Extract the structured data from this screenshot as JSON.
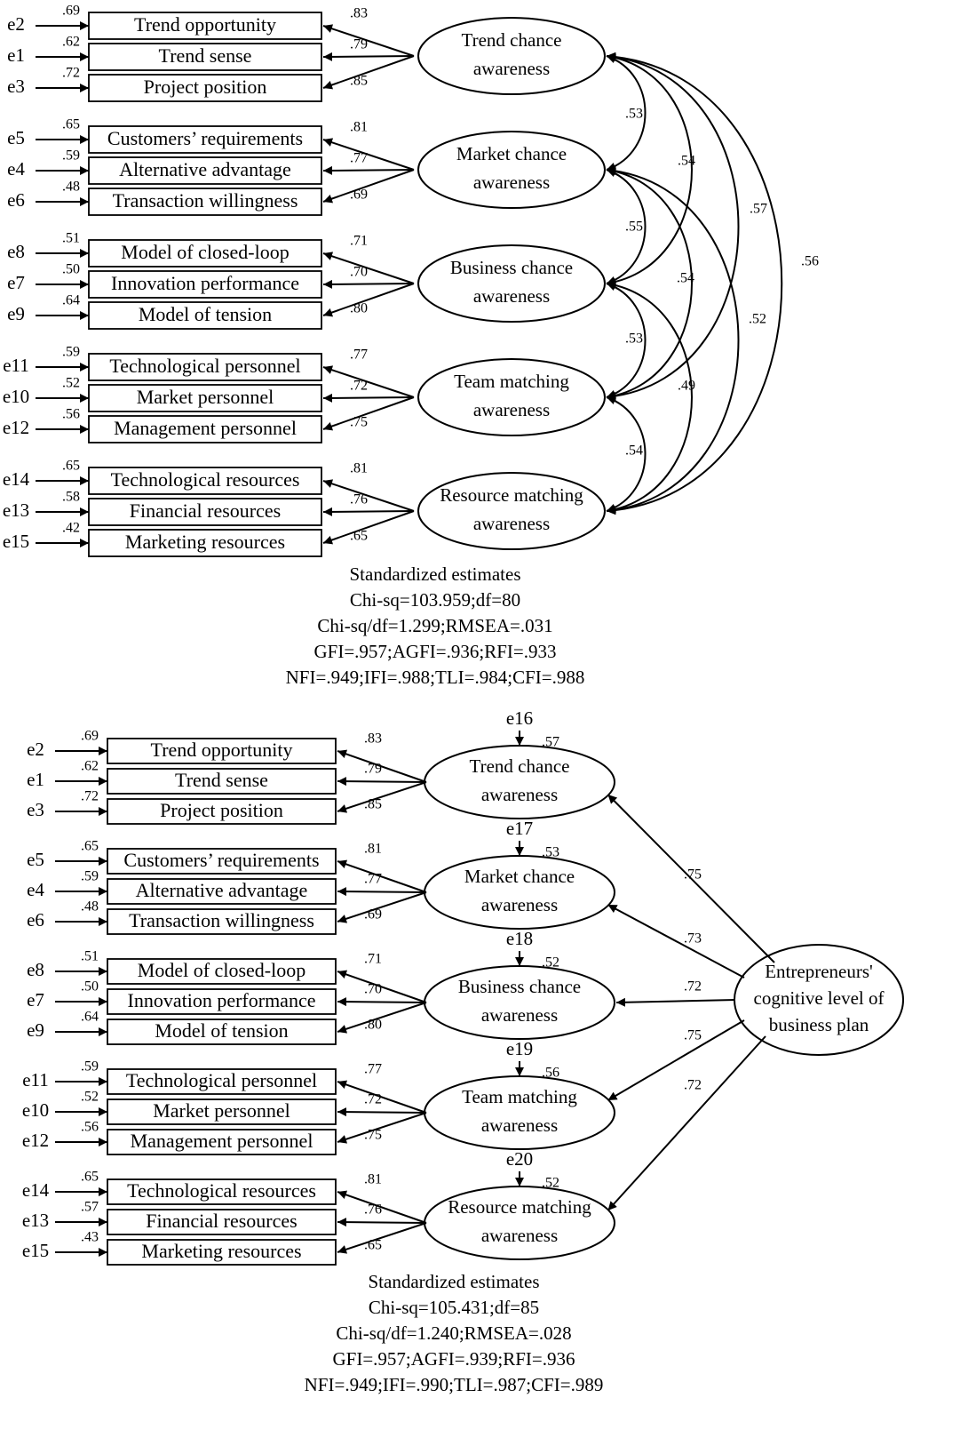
{
  "models": [
    {
      "id": "cfa",
      "latents": [
        {
          "id": "trend",
          "lines": [
            "Trend chance",
            "awareness"
          ]
        },
        {
          "id": "market",
          "lines": [
            "Market chance",
            "awareness"
          ]
        },
        {
          "id": "business",
          "lines": [
            "Business chance",
            "awareness"
          ]
        },
        {
          "id": "team",
          "lines": [
            "Team matching",
            "awareness"
          ]
        },
        {
          "id": "resource",
          "lines": [
            "Resource matching",
            "awareness"
          ]
        }
      ],
      "indicators": [
        {
          "name": "Trend opportunity",
          "error": "e2",
          "r2": ".69",
          "loading": ".83"
        },
        {
          "name": "Trend sense",
          "error": "e1",
          "r2": ".62",
          "loading": ".79"
        },
        {
          "name": "Project position",
          "error": "e3",
          "r2": ".72",
          "loading": ".85"
        },
        {
          "name": "Customers’ requirements",
          "error": "e5",
          "r2": ".65",
          "loading": ".81"
        },
        {
          "name": "Alternative advantage",
          "error": "e4",
          "r2": ".59",
          "loading": ".77"
        },
        {
          "name": "Transaction willingness",
          "error": "e6",
          "r2": ".48",
          "loading": ".69"
        },
        {
          "name": "Model of closed-loop",
          "error": "e8",
          "r2": ".51",
          "loading": ".71"
        },
        {
          "name": "Innovation performance",
          "error": "e7",
          "r2": ".50",
          "loading": ".70"
        },
        {
          "name": "Model of tension",
          "error": "e9",
          "r2": ".64",
          "loading": ".80"
        },
        {
          "name": "Technological personnel",
          "error": "e11",
          "r2": ".59",
          "loading": ".77"
        },
        {
          "name": "Market personnel",
          "error": "e10",
          "r2": ".52",
          "loading": ".72"
        },
        {
          "name": "Management personnel",
          "error": "e12",
          "r2": ".56",
          "loading": ".75"
        },
        {
          "name": "Technological resources",
          "error": "e14",
          "r2": ".65",
          "loading": ".81"
        },
        {
          "name": "Financial resources",
          "error": "e13",
          "r2": ".58",
          "loading": ".76"
        },
        {
          "name": "Marketing resources",
          "error": "e15",
          "r2": ".42",
          "loading": ".65"
        }
      ],
      "correlations": [
        {
          "from": "trend",
          "to": "market",
          "value": ".53"
        },
        {
          "from": "trend",
          "to": "business",
          "value": ".54"
        },
        {
          "from": "trend",
          "to": "team",
          "value": ".57"
        },
        {
          "from": "trend",
          "to": "resource",
          "value": ".56"
        },
        {
          "from": "market",
          "to": "business",
          "value": ".55"
        },
        {
          "from": "market",
          "to": "team",
          "value": ".54"
        },
        {
          "from": "market",
          "to": "resource",
          "value": ".52"
        },
        {
          "from": "business",
          "to": "team",
          "value": ".53"
        },
        {
          "from": "business",
          "to": "resource",
          "value": ".49"
        },
        {
          "from": "team",
          "to": "resource",
          "value": ".54"
        }
      ],
      "fit": [
        "Standardized estimates",
        "Chi-sq=103.959;df=80",
        "Chi-sq/df=1.299;RMSEA=.031",
        "GFI=.957;AGFI=.936;RFI=.933",
        "NFI=.949;IFI=.988;TLI=.984;CFI=.988"
      ]
    },
    {
      "id": "second-order",
      "latents": [
        {
          "id": "trend",
          "lines": [
            "Trend chance",
            "awareness"
          ],
          "error": "e16",
          "r2": ".57",
          "path": ".75"
        },
        {
          "id": "market",
          "lines": [
            "Market chance",
            "awareness"
          ],
          "error": "e17",
          "r2": ".53",
          "path": ".73"
        },
        {
          "id": "business",
          "lines": [
            "Business chance",
            "awareness"
          ],
          "error": "e18",
          "r2": ".52",
          "path": ".72"
        },
        {
          "id": "team",
          "lines": [
            "Team matching",
            "awareness"
          ],
          "error": "e19",
          "r2": ".56",
          "path": ".75"
        },
        {
          "id": "resource",
          "lines": [
            "Resource matching",
            "awareness"
          ],
          "error": "e20",
          "r2": ".52",
          "path": ".72"
        }
      ],
      "higher_order": {
        "lines": [
          "Entrepreneurs'",
          "cognitive level of",
          "business plan"
        ]
      },
      "indicators": [
        {
          "name": "Trend opportunity",
          "error": "e2",
          "r2": ".69",
          "loading": ".83"
        },
        {
          "name": "Trend sense",
          "error": "e1",
          "r2": ".62",
          "loading": ".79"
        },
        {
          "name": "Project position",
          "error": "e3",
          "r2": ".72",
          "loading": ".85"
        },
        {
          "name": "Customers’ requirements",
          "error": "e5",
          "r2": ".65",
          "loading": ".81"
        },
        {
          "name": "Alternative advantage",
          "error": "e4",
          "r2": ".59",
          "loading": ".77"
        },
        {
          "name": "Transaction willingness",
          "error": "e6",
          "r2": ".48",
          "loading": ".69"
        },
        {
          "name": "Model of closed-loop",
          "error": "e8",
          "r2": ".51",
          "loading": ".71"
        },
        {
          "name": "Innovation performance",
          "error": "e7",
          "r2": ".50",
          "loading": ".70"
        },
        {
          "name": "Model of tension",
          "error": "e9",
          "r2": ".64",
          "loading": ".80"
        },
        {
          "name": "Technological personnel",
          "error": "e11",
          "r2": ".59",
          "loading": ".77"
        },
        {
          "name": "Market personnel",
          "error": "e10",
          "r2": ".52",
          "loading": ".72"
        },
        {
          "name": "Management personnel",
          "error": "e12",
          "r2": ".56",
          "loading": ".75"
        },
        {
          "name": "Technological resources",
          "error": "e14",
          "r2": ".65",
          "loading": ".81"
        },
        {
          "name": "Financial resources",
          "error": "e13",
          "r2": ".57",
          "loading": ".76"
        },
        {
          "name": "Marketing resources",
          "error": "e15",
          "r2": ".43",
          "loading": ".65"
        }
      ],
      "fit": [
        "Standardized estimates",
        "Chi-sq=105.431;df=85",
        "Chi-sq/df=1.240;RMSEA=.028",
        "GFI=.957;AGFI=.939;RFI=.936",
        "NFI=.949;IFI=.990;TLI=.987;CFI=.989"
      ]
    }
  ]
}
